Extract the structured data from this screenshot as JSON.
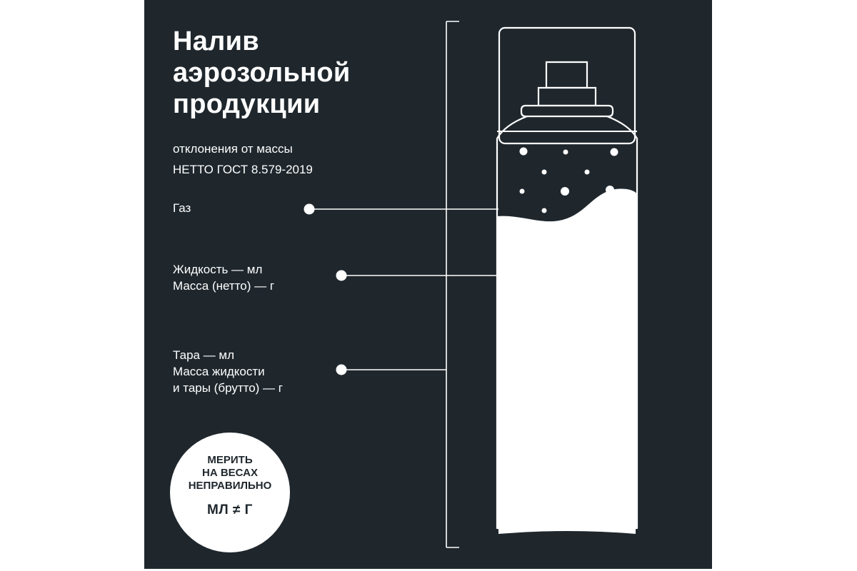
{
  "title": {
    "line1": "Налив",
    "line2": "аэрозольной",
    "line3": "продукции"
  },
  "subtitle": {
    "line1": "отклонения от массы",
    "line2": "НЕТТО ГОСТ 8.579-2019"
  },
  "labels": {
    "gas": "Газ",
    "liquid": {
      "line1": "Жидкость  — мл",
      "line2": "Масса (нетто)  — г"
    },
    "tare": {
      "line1": "Тара  — мл",
      "line2": "Масса жидкости",
      "line3": "и тары (брутто)  — г"
    }
  },
  "badge": {
    "line1": "МЕРИТЬ",
    "line2": "НА ВЕСАХ",
    "line3": "НЕПРАВИЛЬНО",
    "formula": "МЛ ≠ Г"
  },
  "colors": {
    "background": "#1f272d",
    "foreground": "#ffffff"
  },
  "icons": [
    "aerosol-can-icon"
  ]
}
